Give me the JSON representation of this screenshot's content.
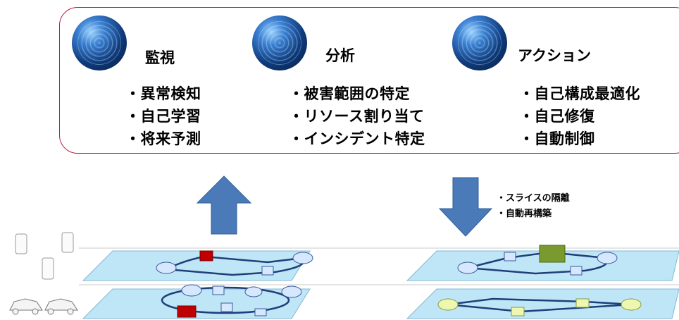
{
  "columns": [
    {
      "title": "監視",
      "items": [
        "・異常検知",
        "・自己学習",
        "・将来予測"
      ]
    },
    {
      "title": "分析",
      "items": [
        "・被害範囲の特定",
        "・リソース割り当て",
        "・インシデント特定"
      ]
    },
    {
      "title": "アクション",
      "items": [
        "・自己構成最適化",
        "・自己修復",
        "・自動制御"
      ]
    }
  ],
  "down_notes": [
    "・スライスの隔離",
    "・自動再構築"
  ],
  "colors": {
    "border": "#c0183a",
    "arrow": "#4a7ab8",
    "fault": "#c00000",
    "new_node": "#7a9a30",
    "plane": "#bfe6f6"
  }
}
